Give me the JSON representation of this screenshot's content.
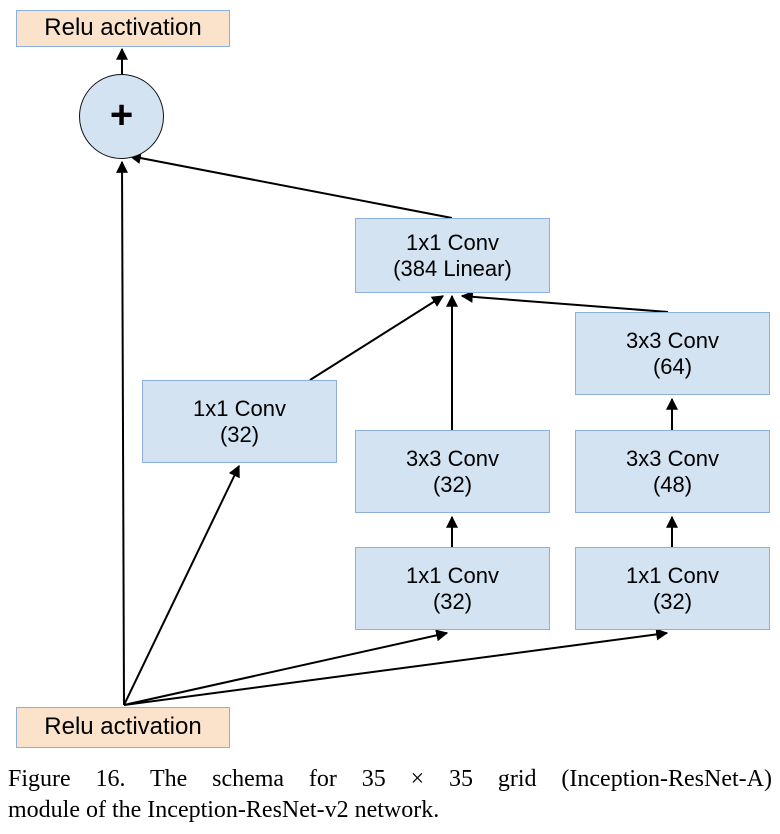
{
  "figure": {
    "nodes": {
      "relu_top": {
        "label": "Relu activation"
      },
      "add": {
        "label": "+"
      },
      "conv_1x1_384": {
        "line1": "1x1 Conv",
        "line2": "(384 Linear)"
      },
      "conv_3x3_64": {
        "line1": "3x3 Conv",
        "line2": "(64)"
      },
      "conv_1x1_32_left": {
        "line1": "1x1 Conv",
        "line2": "(32)"
      },
      "conv_3x3_32": {
        "line1": "3x3 Conv",
        "line2": "(32)"
      },
      "conv_3x3_48": {
        "line1": "3x3 Conv",
        "line2": "(48)"
      },
      "conv_1x1_32_mid": {
        "line1": "1x1 Conv",
        "line2": "(32)"
      },
      "conv_1x1_32_right": {
        "line1": "1x1 Conv",
        "line2": "(32)"
      },
      "relu_bottom": {
        "label": "Relu activation"
      }
    },
    "colors": {
      "conv_fill": "#d4e3f2",
      "conv_border": "#8cb0dd",
      "relu_fill": "#fbe2ca",
      "relu_border": "#8cb0dd",
      "edge": "#000000",
      "background": "#ffffff"
    }
  },
  "caption": {
    "line1": "Figure 16. The schema for 35 × 35 grid (Inception-ResNet-A)",
    "line2": "module of the Inception-ResNet-v2 network."
  }
}
